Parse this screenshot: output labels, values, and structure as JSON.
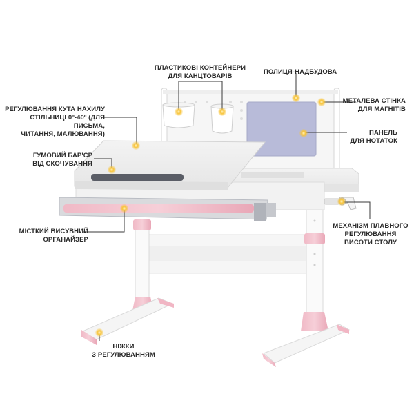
{
  "colors": {
    "desk": "#efefef",
    "desk_edge": "#dcdcdc",
    "frame": "#f4f4f4",
    "pink": "#f2c3cd",
    "pink_dark": "#e7a4b3",
    "felt": "#b9bcd9",
    "marker": "#f5b427",
    "line": "#3a3a3a"
  },
  "labels": {
    "containers": [
      "ПЛАСТИКОВІ КОНТЕЙНЕРИ",
      "ДЛЯ КАНЦТОВАРІВ"
    ],
    "shelf": [
      "ПОЛИЦЯ-НАДБУДОВА"
    ],
    "metal_wall": [
      "МЕТАЛЕВА СТІНКА",
      "ДЛЯ МАГНІТІВ"
    ],
    "tilt": [
      "РЕГУЛЮВАННЯ КУТА НАХИЛУ",
      "СТІЛЬНИЦІ 0º-40º (ДЛЯ ПИСЬМА,",
      "ЧИТАННЯ, МАЛЮВАННЯ)"
    ],
    "notes_panel": [
      "ПАНЕЛЬ",
      "ДЛЯ НОТАТОК"
    ],
    "rubber_barrier": [
      "ГУМОВИЙ БАР'ЄР",
      "ВІД СКОЧУВАННЯ"
    ],
    "height_mechanism": [
      "МЕХАНІЗМ ПЛАВНОГО",
      "РЕГУЛЮВАННЯ",
      "ВИСОТИ СТОЛУ"
    ],
    "organizer": [
      "МІСТКИЙ ВИСУВНИЙ",
      "ОРГАНАЙЗЕР"
    ],
    "legs": [
      "НІЖКИ",
      "З РЕГУЛЮВАННЯМ"
    ]
  }
}
